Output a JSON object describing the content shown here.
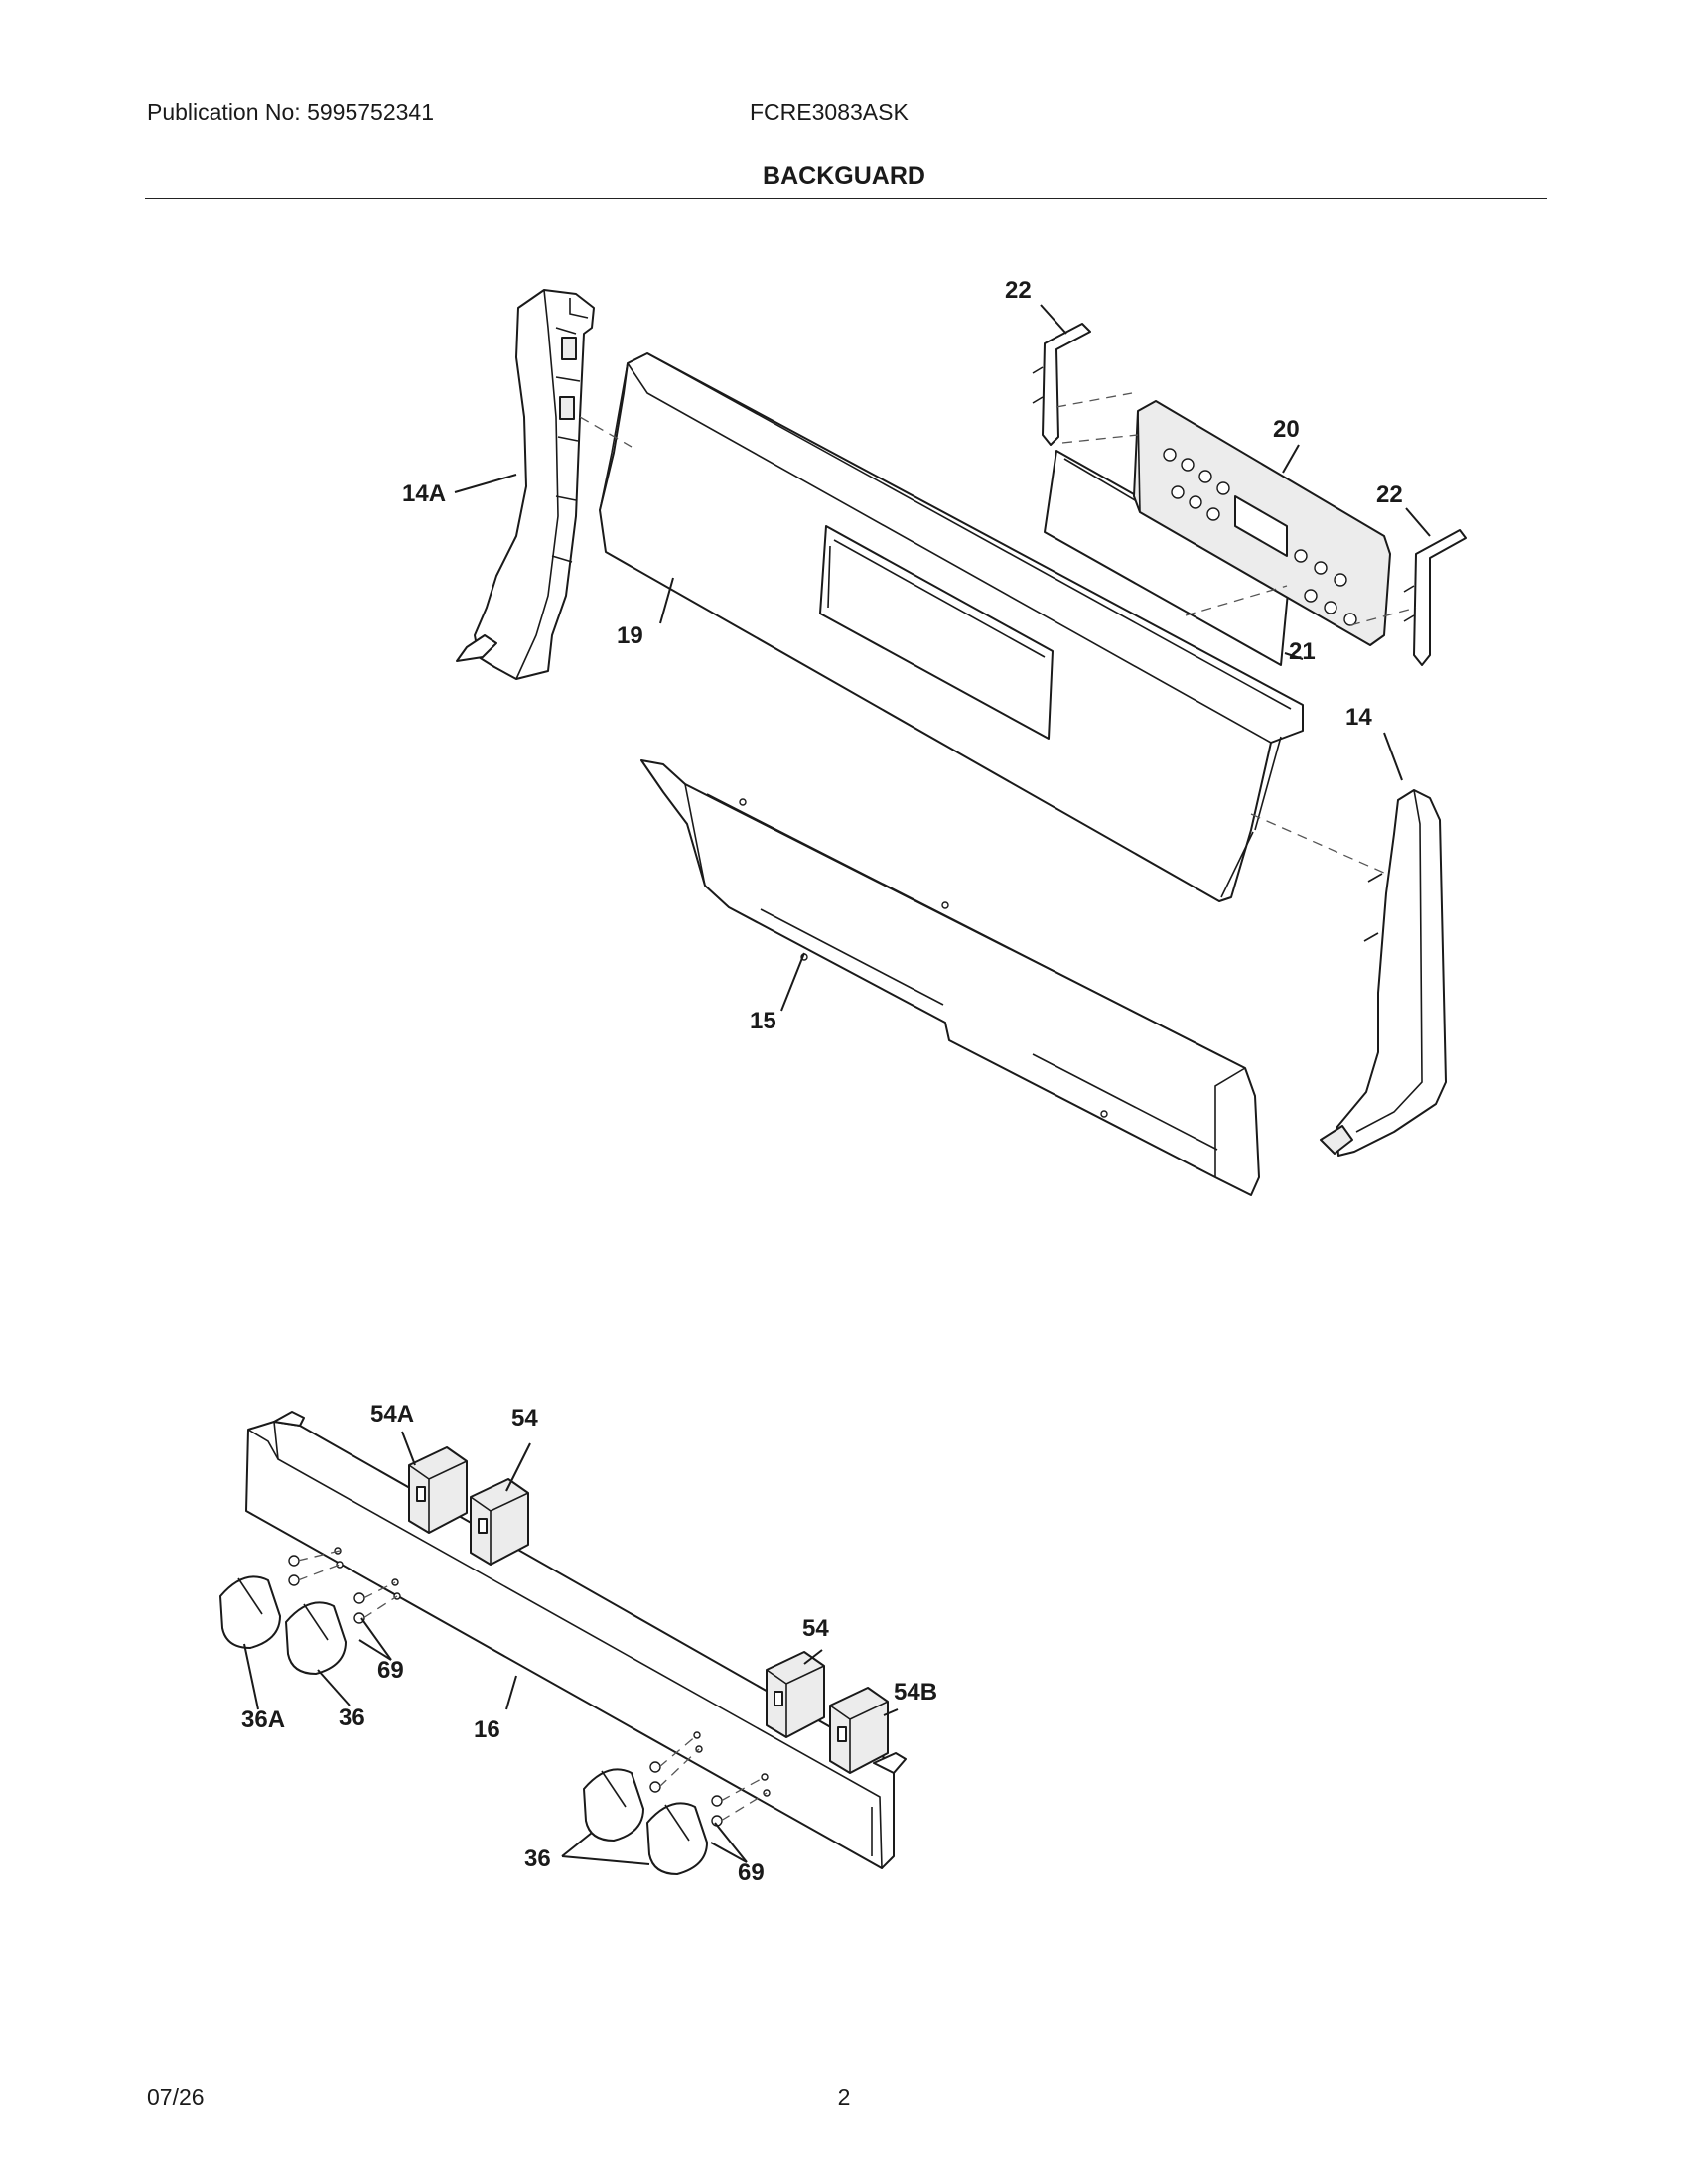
{
  "header": {
    "publication": "Publication No: 5995752341",
    "model": "FCRE3083ASK",
    "section_title": "BACKGUARD"
  },
  "footer": {
    "date": "07/26",
    "page_number": "2"
  },
  "callouts": {
    "c22a": "22",
    "c20": "20",
    "c22b": "22",
    "c14a": "14A",
    "c19": "19",
    "c21": "21",
    "c14": "14",
    "c15": "15",
    "c54a": "54A",
    "c54_top": "54",
    "c69_left": "69",
    "c36a": "36A",
    "c36_left": "36",
    "c16": "16",
    "c54_right": "54",
    "c54b": "54B",
    "c36_bottom": "36",
    "c69_bottom": "69"
  }
}
